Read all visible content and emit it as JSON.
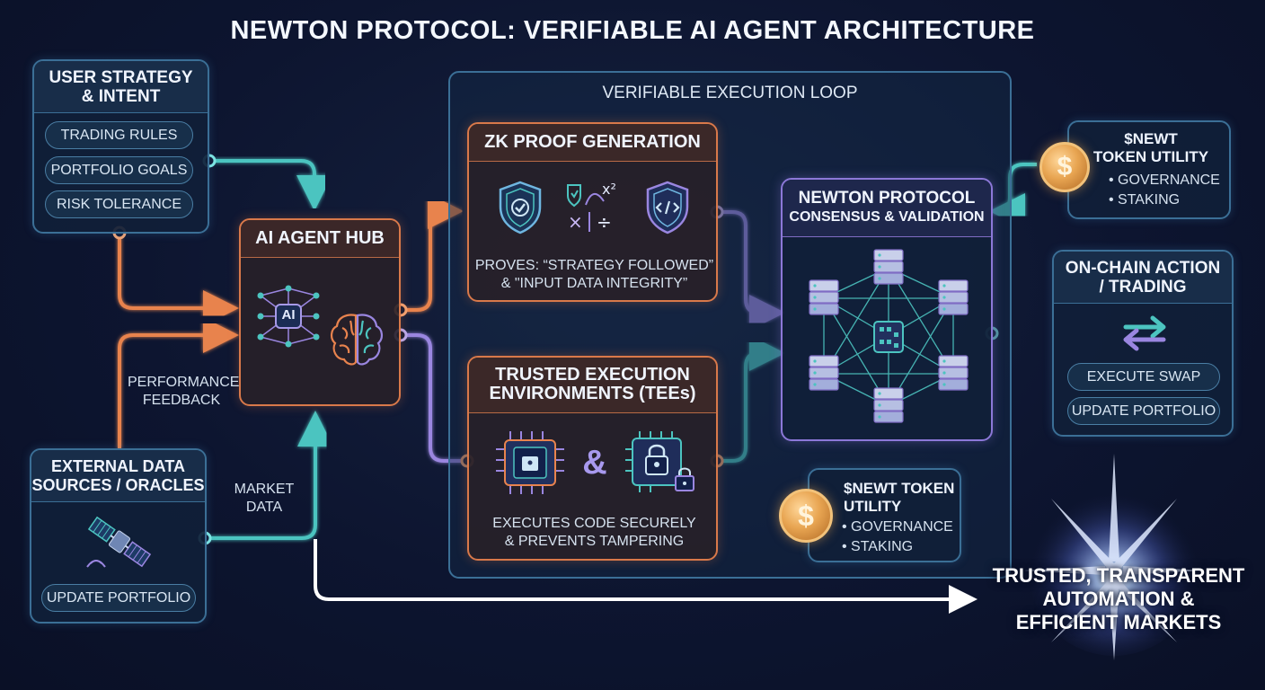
{
  "title": "NEWTON PROTOCOL: VERIFIABLE AI AGENT ARCHITECTURE",
  "user_strategy": {
    "title_line1": "USER STRATEGY",
    "title_line2": "& INTENT",
    "items": [
      "TRADING RULES",
      "PORTFOLIO GOALS",
      "RISK TOLERANCE"
    ]
  },
  "ai_hub": {
    "title": "AI AGENT HUB",
    "ai_chip": "AI"
  },
  "feedback_label": {
    "line1": "PERFORMANCE",
    "line2": "FEEDBACK"
  },
  "external_data": {
    "title_line1": "EXTERNAL DATA",
    "title_line2": "SOURCES / ORACLES",
    "item": "UPDATE PORTFOLIO"
  },
  "market_data_label": {
    "line1": "MARKET",
    "line2": "DATA"
  },
  "loop": {
    "title": "VERIFIABLE EXECUTION LOOP"
  },
  "zk": {
    "title": "ZK PROOF GENERATION",
    "desc_line1": "PROVES: “STRATEGY FOLLOWED”",
    "desc_line2": "& \"INPUT DATA INTEGRITY”",
    "math_glyphs": "x² × ÷"
  },
  "tee": {
    "title_line1": "TRUSTED EXECUTION",
    "title_line2": "ENVIRONMENTS (TEEs)",
    "ampersand": "&",
    "desc_line1": "EXECUTES CODE SECURELY",
    "desc_line2": "& PREVENTS TAMPERING"
  },
  "consensus": {
    "title_line1": "NEWTON PROTOCOL",
    "title_line2": "CONSENSUS & VALIDATION"
  },
  "token_top": {
    "title_line1": "$NEWT",
    "title_line2": "TOKEN UTILITY",
    "bullets": [
      "• GOVERNANCE",
      "• STAKING"
    ],
    "coin_symbol": "$"
  },
  "token_bottom": {
    "title_line1": "$NEWT TOKEN",
    "title_line2": "UTILITY",
    "bullets": [
      "• GOVERNANCE",
      "• STAKING"
    ],
    "coin_symbol": "$"
  },
  "onchain": {
    "title_line1": "ON-CHAIN ACTION",
    "title_line2": "/ TRADING",
    "items": [
      "EXECUTE SWAP",
      "UPDATE PORTFOLIO"
    ]
  },
  "outcome": {
    "line1": "TRUSTED, TRANSPARENT",
    "line2": "AUTOMATION &",
    "line3": "EFFICIENT MARKETS"
  },
  "colors": {
    "orange": "#e8834e",
    "teal": "#4cc4c0",
    "purple": "#9a86e0",
    "white": "#ffffff",
    "gold": "#e8a552"
  },
  "icons": {
    "zk": [
      "shield-check-icon",
      "math-symbols-icon",
      "shield-code-icon"
    ],
    "tee": [
      "secure-chip-icon",
      "padlock-chip-icon"
    ],
    "hub": [
      "ai-network-icon",
      "brain-icon"
    ],
    "oracle": "satellite-icon",
    "onchain": "swap-arrows-icon",
    "consensus": "server-network-icon"
  }
}
